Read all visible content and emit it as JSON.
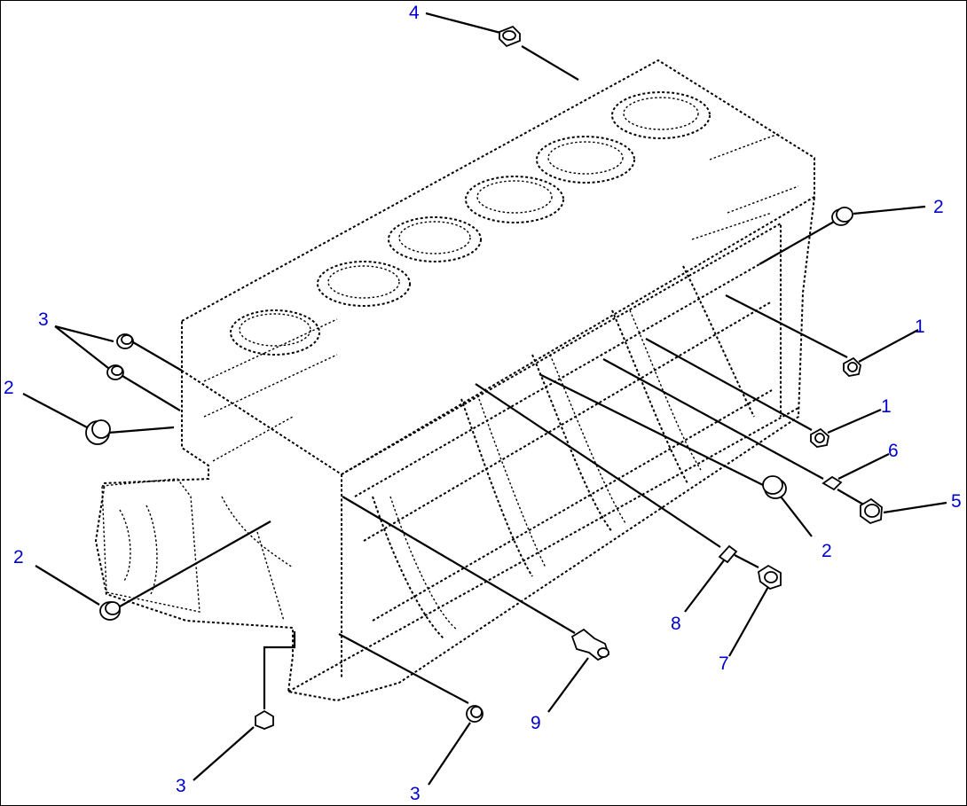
{
  "diagram": {
    "subject": "engine-cylinder-block-plugs-exploded-view",
    "callouts": [
      {
        "id": "c4",
        "label": "4"
      },
      {
        "id": "c2a",
        "label": "2"
      },
      {
        "id": "c1a",
        "label": "1"
      },
      {
        "id": "c1b",
        "label": "1"
      },
      {
        "id": "c6",
        "label": "6"
      },
      {
        "id": "c5",
        "label": "5"
      },
      {
        "id": "c2b",
        "label": "2"
      },
      {
        "id": "c8",
        "label": "8"
      },
      {
        "id": "c7",
        "label": "7"
      },
      {
        "id": "c9",
        "label": "9"
      },
      {
        "id": "c3a",
        "label": "3"
      },
      {
        "id": "c3b",
        "label": "3"
      },
      {
        "id": "c3c",
        "label": "3"
      },
      {
        "id": "c2c",
        "label": "2"
      },
      {
        "id": "c2d",
        "label": "2"
      }
    ],
    "colors": {
      "callout_text": "#0000cc",
      "line_art": "#000000",
      "background": "#ffffff"
    }
  }
}
